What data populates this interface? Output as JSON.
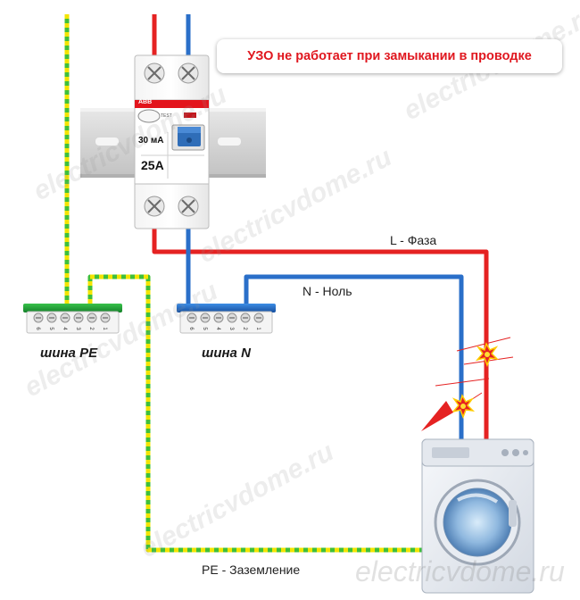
{
  "callout": {
    "text": "УЗО не работает при замыкании в проводке"
  },
  "labels": {
    "phase": "L - Фаза",
    "neutral": "N - Ноль",
    "ground": "PE - Заземление"
  },
  "buses": {
    "pe_label": "шина PE",
    "n_label": "шина N",
    "terminal_numbers": [
      "6",
      "5",
      "4",
      "3",
      "2",
      "1"
    ]
  },
  "rcd": {
    "brand": "ABB",
    "test_label": "TEST",
    "sensitivity": "30 мА",
    "rating": "25A"
  },
  "watermark": "electricvdome.ru",
  "colors": {
    "phase": "#e52222",
    "neutral": "#2a6fc9",
    "ground_green": "#3fbf3a",
    "ground_yellow": "#f3e400",
    "callout_text": "#e0171f",
    "pe_bus": "#1a9c2b",
    "n_bus": "#1f66c4"
  },
  "icons": [
    "rcd-device",
    "din-rail",
    "pe-bus-bar",
    "n-bus-bar",
    "washing-machine",
    "short-circuit-spark-icon",
    "fault-arrow-icon"
  ]
}
